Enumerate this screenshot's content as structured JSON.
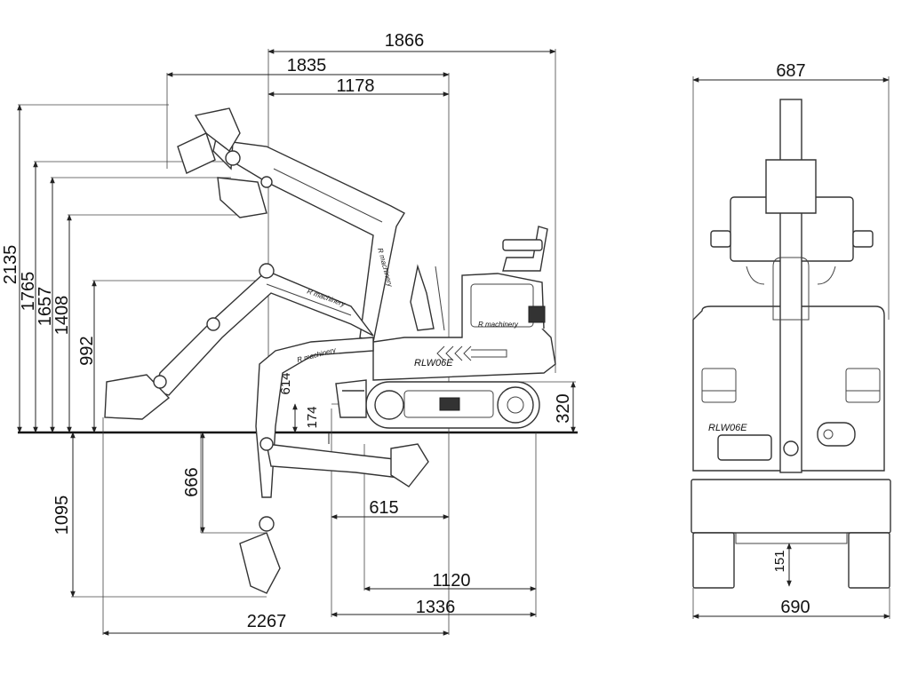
{
  "side_view": {
    "horizontal_dims": {
      "overall_reach": "1866",
      "boom_reach_max_height": "1835",
      "cab_to_arm": "1178",
      "max_digging_reach_ground": "2267",
      "reach_1336": "1336",
      "reach_1120": "1120",
      "bucket_615": "615"
    },
    "vertical_dims": {
      "max_digging_height": "2135",
      "max_dumping_height": "1765",
      "height_1657": "1657",
      "height_1408": "1408",
      "height_992": "992",
      "blade_lift": "614",
      "blade_depth": "174",
      "transport_height": "320",
      "vertical_dig_depth": "666",
      "max_dig_depth": "1095"
    },
    "model_label": "RLW06E",
    "brand_text": "R machinery"
  },
  "front_view": {
    "overall_width_top": "687",
    "track_width": "690",
    "ground_clearance": "151",
    "model_label": "RLW06E"
  },
  "colors": {
    "line": "#222222",
    "brand_accent": "#3cb043"
  }
}
